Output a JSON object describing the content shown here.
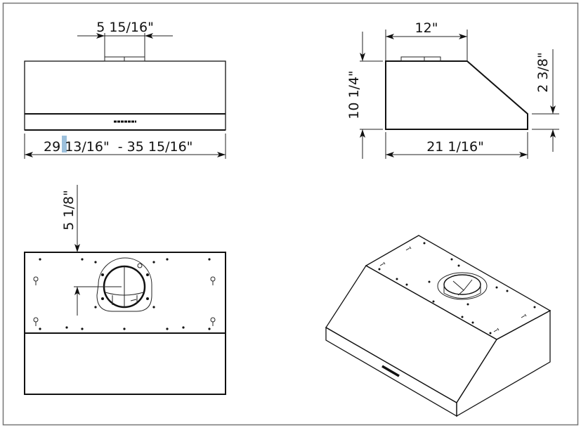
{
  "front_view": {
    "vent_width_label": "5 15/16\"",
    "width_label": "29 13/16\"  - 35 15/16\"",
    "selection_highlight_color": "#9cc0dc"
  },
  "side_view": {
    "top_depth_label": "12\"",
    "height_label": "10 1/4\"",
    "front_height_label": "2 3/8\"",
    "depth_label": "21 1/16\""
  },
  "top_view": {
    "vent_offset_label": "5 1/8\""
  },
  "isometric_view": {
    "fill_color": "#efefef"
  }
}
